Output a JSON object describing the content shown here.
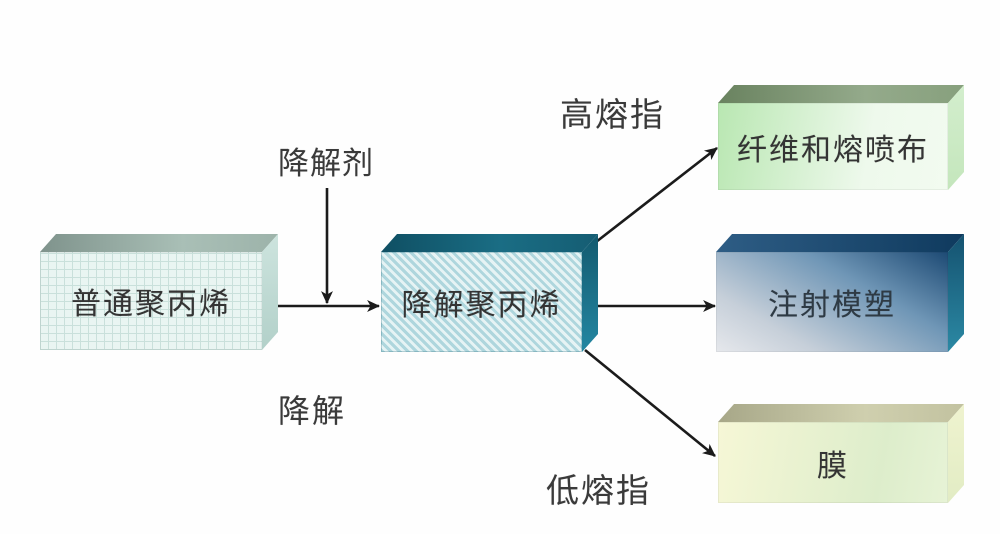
{
  "diagram": {
    "title": "Polypropylene degradation flow diagram",
    "nodes": {
      "source": {
        "label": "普通聚丙烯"
      },
      "degraded": {
        "label": "降解聚丙烯"
      },
      "fiber": {
        "label": "纤维和熔喷布"
      },
      "injection": {
        "label": "注射模塑"
      },
      "film": {
        "label": "膜"
      }
    },
    "annotations": {
      "agent": "降解剂",
      "process": "降解",
      "high_melt": "高熔指",
      "low_melt": "低熔指"
    },
    "edges": [
      {
        "from": "source",
        "to": "degraded",
        "note": "降解剂 / 降解"
      },
      {
        "from": "degraded",
        "to": "fiber",
        "note": "高熔指"
      },
      {
        "from": "degraded",
        "to": "injection",
        "note": ""
      },
      {
        "from": "degraded",
        "to": "film",
        "note": "低熔指"
      }
    ],
    "colors": {
      "background": "#fefefe",
      "arrow": "#1b1b1b",
      "text": "#343434",
      "source_face": "#e9f5f2",
      "source_grid_line": "#c9e0db",
      "degraded_face": "#bfe0e6",
      "degraded_edge": "#1a6d84",
      "fiber_face": "#b9e7b2",
      "fiber_top": "#69825f",
      "injection_dark": "#1d4a74",
      "injection_light": "#e6e8ec",
      "injection_side": "#2b89a4",
      "film_face": "#f6f7d6",
      "film_top": "#a7a788"
    }
  }
}
